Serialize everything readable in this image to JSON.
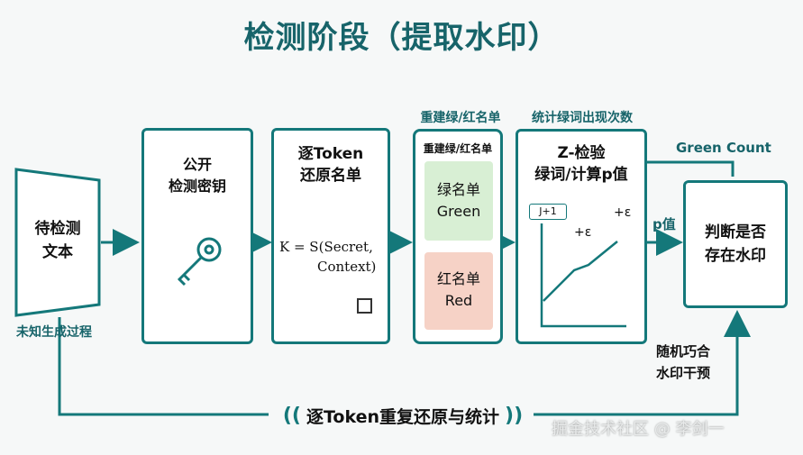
{
  "title": "检测阶段（提取水印）",
  "input_box": {
    "label_1": "待检测",
    "label_2": "文本",
    "caption": "未知生成过程"
  },
  "key_box": {
    "label_1": "公开",
    "label_2": "检测密钥"
  },
  "token_box": {
    "label_1": "逐Token",
    "label_2": "还原名单",
    "formula": "K = S(Secret,",
    "formula_2": "Context)"
  },
  "list_box": {
    "outer_label": "重建绿/红名单",
    "inner_label": "重建绿/红名单",
    "green_1": "绿名单",
    "green_2": "Green",
    "red_1": "红名单",
    "red_2": "Red"
  },
  "stat_box": {
    "outer_label": "统计绿词出现次数",
    "label_1": "Z-检验",
    "label_2": "绿词/计算p值",
    "legend_tag": "J+1",
    "annot_1": "+ε",
    "annot_2": "+ε"
  },
  "green_count": "Green Count",
  "p_value": "p值",
  "decision_box": {
    "label_1": "判断是否",
    "label_2": "存在水印"
  },
  "chance_1": "随机巧合",
  "chance_2": "水印干预",
  "bottom_banner": "逐Token重复还原与统计",
  "watermark": "掘金技术社区 @ 李剑一",
  "colors": {
    "teal": "#14787a",
    "green_fill": "#d8efd4",
    "red_fill": "#f6d2c6"
  }
}
